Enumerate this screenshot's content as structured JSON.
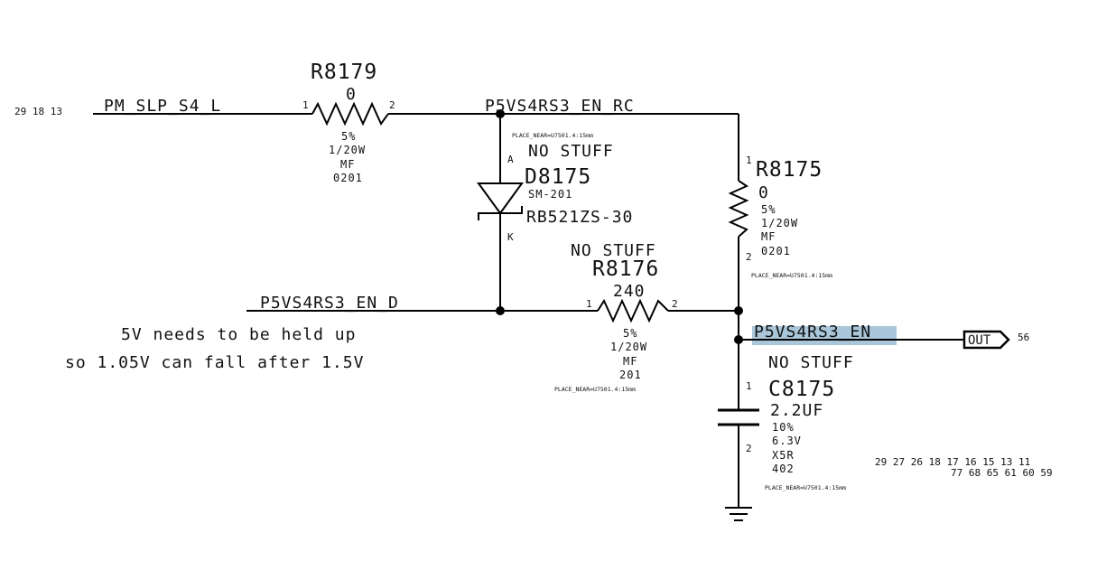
{
  "colors": {
    "wire": "#000000",
    "highlight": "#a9c6da"
  },
  "nets": {
    "pm_slp": {
      "name": "PM_SLP_S4_L",
      "refs": "29 18 13"
    },
    "en_rc": {
      "name": "P5VS4RS3_EN_RC",
      "place": "PLACE_NEAR=U7501.4:15mm"
    },
    "en_d": {
      "name": "P5VS4RS3_EN_D"
    },
    "en": {
      "name": "P5VS4RS3_EN",
      "port": "OUT",
      "port_ref": "56",
      "refs_row1": "29 27 26 18 17 16 15 13 11",
      "refs_row2": "77 68 65 61 60 59"
    }
  },
  "note": {
    "line1": "5V needs to be held up",
    "line2": "so 1.05V can fall after 1.5V"
  },
  "r8179": {
    "ref": "R8179",
    "value": "0",
    "pin1": "1",
    "pin2": "2",
    "tol": "5%",
    "power": "1/20W",
    "type": "MF",
    "pkg": "0201"
  },
  "d8175": {
    "ref": "D8175",
    "stuff": "NO STUFF",
    "anode": "A",
    "cathode": "K",
    "pkg": "SM-201",
    "part": "RB521ZS-30"
  },
  "r8175": {
    "ref": "R8175",
    "value": "0",
    "pin1": "1",
    "pin2": "2",
    "tol": "5%",
    "power": "1/20W",
    "type": "MF",
    "pkg": "0201",
    "place": "PLACE_NEAR=U7501.4:15mm"
  },
  "r8176": {
    "ref": "R8176",
    "value": "240",
    "stuff": "NO STUFF",
    "pin1": "1",
    "pin2": "2",
    "tol": "5%",
    "power": "1/20W",
    "type": "MF",
    "pkg": "201",
    "place": "PLACE_NEAR=U7501.4:15mm"
  },
  "c8175": {
    "ref": "C8175",
    "value": "2.2UF",
    "stuff": "NO STUFF",
    "pin1": "1",
    "pin2": "2",
    "tol": "10%",
    "voltage": "6.3V",
    "dielectric": "X5R",
    "pkg": "402",
    "place": "PLACE_NEAR=U7501.4:15mm"
  }
}
